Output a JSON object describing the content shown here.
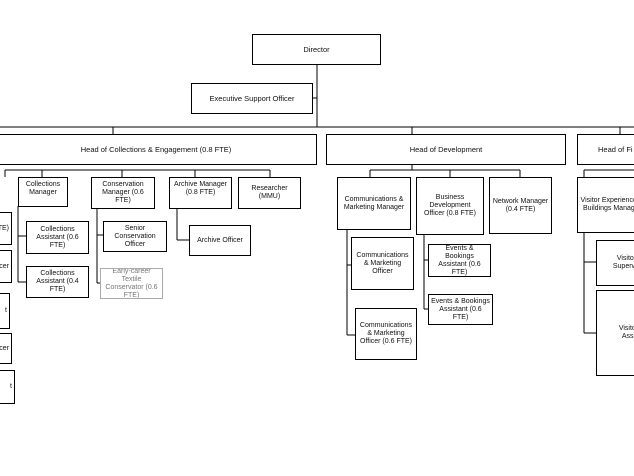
{
  "org_chart": {
    "director": "Director",
    "exec_support": "Executive Support Officer",
    "heads": {
      "collections": "Head of Collections & Engagement (0.8 FTE)",
      "development": "Head of Development",
      "finance_partial": "Head of Fi"
    },
    "collections": {
      "collections_manager": "Collections Manager",
      "collections_assistant_1": "Collections Assistant (0.6 FTE)",
      "collections_assistant_2": "Collections Assistant (0.4 FTE)",
      "conservation_manager": "Conservation Manager (0.6 FTE)",
      "senior_conservation": "Senior Conservation Officer",
      "early_career": "Early-career Textile Conservator (0.6 FTE)",
      "archive_manager": "Archive Manager (0.8 FTE)",
      "archive_officer": "Archive Officer",
      "researcher": "Researcher (MMU)",
      "cut_off_1": "TE)",
      "cut_off_2": "cer",
      "cut_off_3": "t",
      "cut_off_4": "icer",
      "cut_off_5": "t"
    },
    "development": {
      "comms_manager": "Communications & Marketing Manager",
      "comms_officer_1": "Communications & Marketing Officer",
      "comms_officer_2": "Communications & Marketing Officer (0.6 FTE)",
      "bd_officer": "Business Development Officer (0.8 FTE)",
      "events_assistant": "Events & Bookings Assistant (0.6 FTE)",
      "events_assistant_2": "Events & Bookings Assistant (0.6 FTE)",
      "network_manager": "Network Manager (0.4 FTE)"
    },
    "finance": {
      "visitor_experience": "Visitor Experience & Buildings Manager",
      "visitor_supervisor": "Visitor Supervis",
      "visitor_assistant": "Visitor Assi"
    }
  }
}
